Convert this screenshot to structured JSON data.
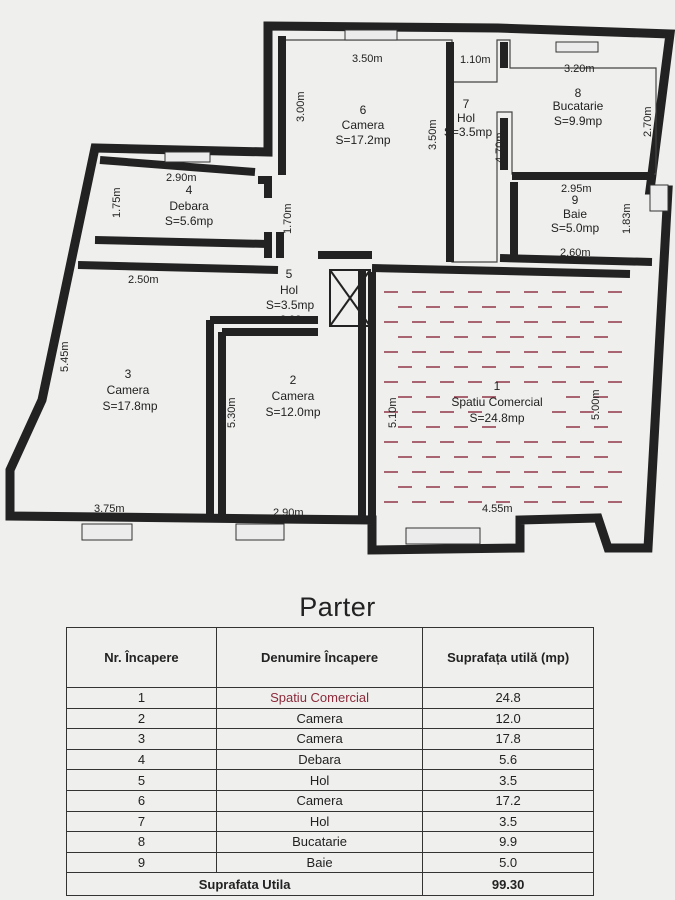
{
  "plan": {
    "rooms": [
      {
        "number": "1",
        "name": "Spatiu Comercial",
        "area": "S=24.8mp"
      },
      {
        "number": "2",
        "name": "Camera",
        "area": "S=12.0mp"
      },
      {
        "number": "3",
        "name": "Camera",
        "area": "S=17.8mp"
      },
      {
        "number": "4",
        "name": "Debara",
        "area": "S=5.6mp"
      },
      {
        "number": "5",
        "name": "Hol",
        "area": "S=3.5mp"
      },
      {
        "number": "6",
        "name": "Camera",
        "area": "S=17.2mp"
      },
      {
        "number": "7",
        "name": "Hol",
        "area": "S=3.5mp"
      },
      {
        "number": "8",
        "name": "Bucatarie",
        "area": "S=9.9mp"
      },
      {
        "number": "9",
        "name": "Baie",
        "area": "S=5.0mp"
      }
    ],
    "dimensions": {
      "d_3_50_top": "3.50m",
      "d_1_10": "1.10m",
      "d_3_20": "3.20m",
      "d_3_00": "3.00m",
      "d_3_50_v": "3.50m",
      "d_2_70": "2.70m",
      "d_4_70": "4.70m",
      "d_2_90_debara": "2.90m",
      "d_1_75": "1.75m",
      "d_1_70": "1.70m",
      "d_2_95": "2.95m",
      "d_1_83": "1.83m",
      "d_2_60": "2.60m",
      "d_2_50": "2.50m",
      "d_2_98": "2.98m",
      "d_5_45": "5.45m",
      "d_5_30": "5.30m",
      "d_5_10": "5.10m",
      "d_5_00": "5.00m",
      "d_3_75": "3.75m",
      "d_2_90_camera": "2.90m",
      "d_4_55": "4.55m"
    }
  },
  "table": {
    "title": "Parter",
    "headers": {
      "nr": "Nr. Încapere",
      "name": "Denumire Încapere",
      "area": "Suprafața utilă (mp)"
    },
    "rows": [
      {
        "nr": "1",
        "name": "Spatiu Comercial",
        "area": "24.8"
      },
      {
        "nr": "2",
        "name": "Camera",
        "area": "12.0"
      },
      {
        "nr": "3",
        "name": "Camera",
        "area": "17.8"
      },
      {
        "nr": "4",
        "name": "Debara",
        "area": "5.6"
      },
      {
        "nr": "5",
        "name": "Hol",
        "area": "3.5"
      },
      {
        "nr": "6",
        "name": "Camera",
        "area": "17.2"
      },
      {
        "nr": "7",
        "name": "Hol",
        "area": "3.5"
      },
      {
        "nr": "8",
        "name": "Bucatarie",
        "area": "9.9"
      },
      {
        "nr": "9",
        "name": "Baie",
        "area": "5.0"
      }
    ],
    "total": {
      "label": "Suprafata Utila",
      "value": "99.30"
    }
  }
}
